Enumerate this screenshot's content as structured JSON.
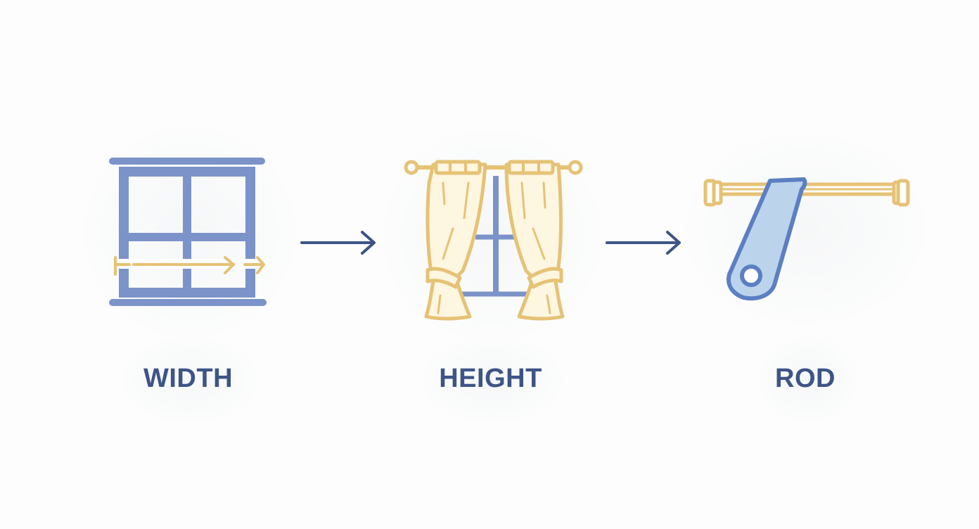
{
  "diagram": {
    "steps": [
      {
        "label": "WIDTH",
        "icon": "window-width-icon"
      },
      {
        "label": "HEIGHT",
        "icon": "curtain-height-icon"
      },
      {
        "label": "ROD",
        "icon": "curtain-rod-bracket-icon"
      }
    ],
    "connectors": [
      "arrow-right-icon",
      "arrow-right-icon"
    ],
    "colors": {
      "blue": "#7b93c9",
      "dark_blue": "#3d5487",
      "gold": "#e6c275",
      "cream": "#fdf6e0",
      "light_blue": "#bcd3ec",
      "background": "#fdfdfd"
    }
  }
}
